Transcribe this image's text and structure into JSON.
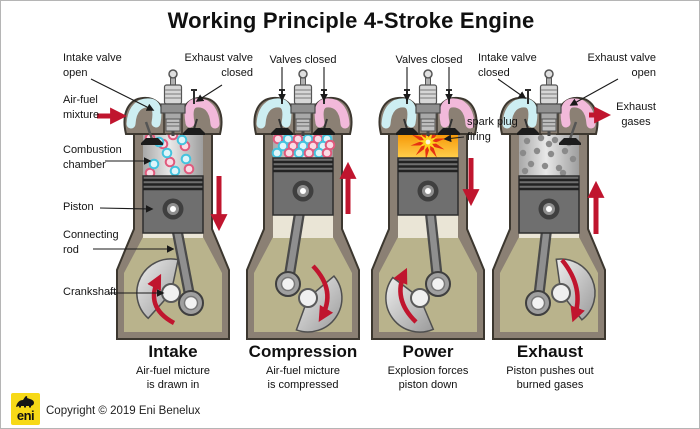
{
  "title": "Working Principle 4-Stroke Engine",
  "callouts": {
    "intake_valve_open": "Intake valve\nopen",
    "exhaust_valve_closed": "Exhaust valve\nclosed",
    "air_fuel_mixture": "Air-fuel\nmixture",
    "combustion_chamber": "Combustion\nchamber",
    "piston": "Piston",
    "connecting_rod": "Connecting\nrod",
    "crankshaft": "Crankshaft",
    "valves_closed_compression": "Valves closed",
    "valves_closed_power": "Valves closed",
    "spark_plug_firing": "spark plug\nfiring",
    "intake_valve_closed": "Intake valve\nclosed",
    "exhaust_valve_open": "Exhaust valve\nopen",
    "exhaust_gases": "Exhaust\ngases"
  },
  "strokes": [
    {
      "name": "Intake",
      "description": "Air-fuel micture\nis drawn in"
    },
    {
      "name": "Compression",
      "description": "Air-fuel micture\nis compressed"
    },
    {
      "name": "Power",
      "description": "Explosion forces\npiston down"
    },
    {
      "name": "Exhaust",
      "description": "Piston pushes out\nburned gases"
    }
  ],
  "footer": {
    "logo_text": "eni",
    "copyright": "Copyright © 2019 Eni Benelux"
  },
  "colors": {
    "accent_red": "#c0152e",
    "intake_mixture": "#cdeef2",
    "exhaust_port": "#f2b9da",
    "explosion_orange": "#f59300",
    "engine_body": "#8b8074",
    "outline": "#3c372f",
    "crankcase_fill": "#b9b38c",
    "bore_fill": "#eae5d6",
    "eni_yellow": "#f7d917"
  }
}
